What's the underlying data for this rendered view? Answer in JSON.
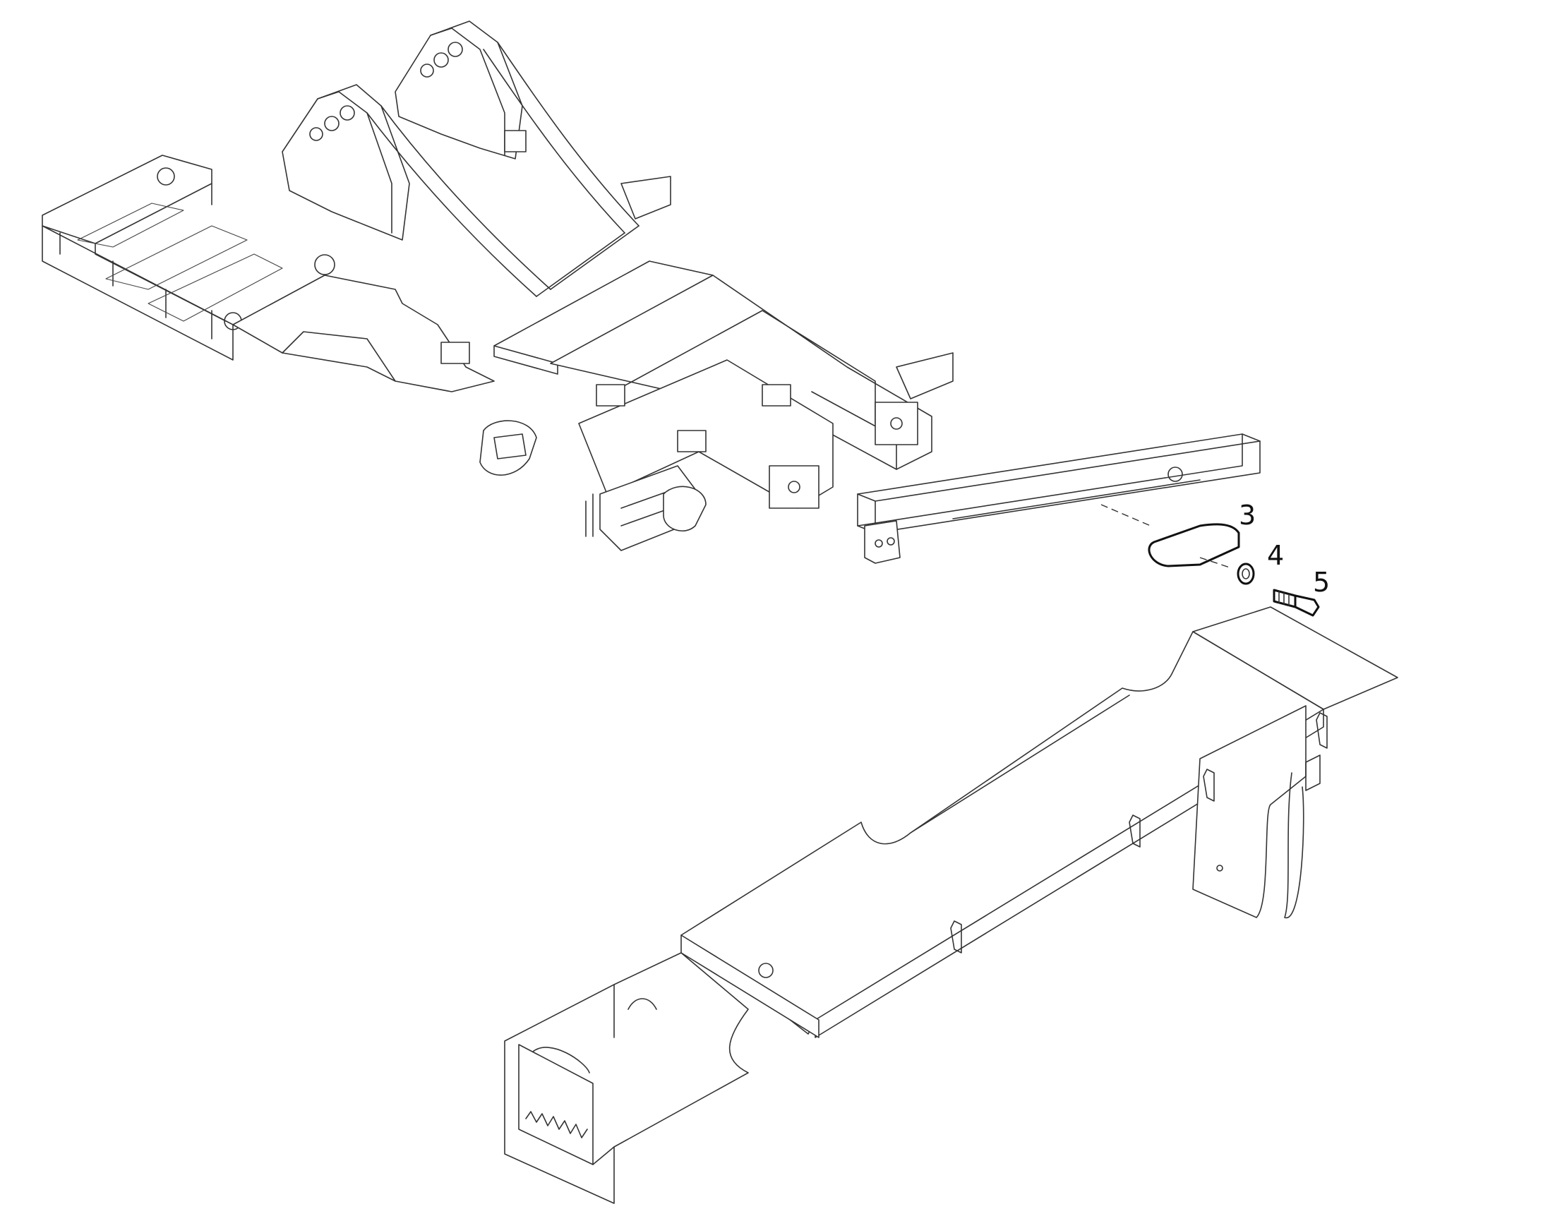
{
  "callouts": [
    {
      "id": "part-3",
      "label": "3"
    },
    {
      "id": "part-4",
      "label": "4"
    },
    {
      "id": "part-5",
      "label": "5"
    }
  ],
  "colors": {
    "line": "#333333",
    "background": "#ffffff",
    "text": "#111111"
  }
}
